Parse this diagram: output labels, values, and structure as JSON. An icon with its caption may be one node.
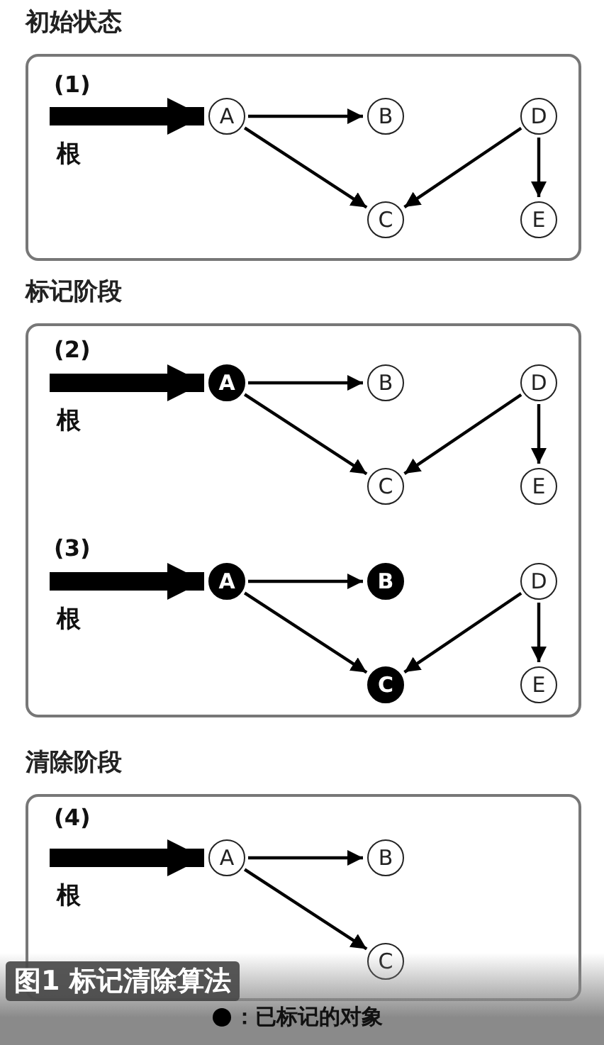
{
  "diagram": {
    "caption": "图1 标记清除算法",
    "nodes": [
      {
        "text": [
          "初始状态"
        ]
      },
      {
        "text": [
          "A"
        ],
        "in": 0
      },
      {
        "text": [
          "B"
        ],
        "in": 0
      },
      {
        "text": [
          "C"
        ],
        "in": 0
      },
      {
        "text": [
          "D"
        ],
        "in": 0
      },
      {
        "text": [
          "E"
        ],
        "in": 0
      },
      {
        "text": [
          "标记阶段"
        ]
      },
      {
        "text": [
          "A"
        ],
        "in": 6
      },
      {
        "text": [
          "B"
        ],
        "in": 6
      },
      {
        "text": [
          "C"
        ],
        "in": 6
      },
      {
        "text": [
          "D"
        ],
        "in": 6
      },
      {
        "text": [
          "E"
        ],
        "in": 6
      },
      {
        "text": [
          "A"
        ],
        "in": 6
      },
      {
        "text": [
          "B"
        ],
        "in": 6
      },
      {
        "text": [
          "C"
        ],
        "in": 6
      },
      {
        "text": [
          "D"
        ],
        "in": 6
      },
      {
        "text": [
          "E"
        ],
        "in": 6
      },
      {
        "text": [
          "清除阶段"
        ]
      },
      {
        "text": [
          "A"
        ],
        "in": 17
      },
      {
        "text": [
          "B"
        ],
        "in": 17
      },
      {
        "text": [
          "C"
        ],
        "in": 17
      }
    ],
    "edges": [
      {
        "from": null,
        "to": 1,
        "arrow": "to",
        "style": "thick",
        "label": "根"
      },
      {
        "from": 1,
        "to": 2,
        "arrow": "to"
      },
      {
        "from": 1,
        "to": 3,
        "arrow": "to"
      },
      {
        "from": 4,
        "to": 3,
        "arrow": "to"
      },
      {
        "from": 4,
        "to": 5,
        "arrow": "to"
      },
      {
        "from": null,
        "to": 7,
        "arrow": "to",
        "style": "thick",
        "label": "根"
      },
      {
        "from": 7,
        "to": 8,
        "arrow": "to"
      },
      {
        "from": 7,
        "to": 9,
        "arrow": "to"
      },
      {
        "from": 10,
        "to": 9,
        "arrow": "to"
      },
      {
        "from": 10,
        "to": 11,
        "arrow": "to"
      },
      {
        "from": null,
        "to": 12,
        "arrow": "to",
        "style": "thick",
        "label": "根"
      },
      {
        "from": 12,
        "to": 13,
        "arrow": "to"
      },
      {
        "from": 12,
        "to": 14,
        "arrow": "to"
      },
      {
        "from": 15,
        "to": 14,
        "arrow": "to"
      },
      {
        "from": 15,
        "to": 16,
        "arrow": "to"
      },
      {
        "from": null,
        "to": 18,
        "arrow": "to",
        "style": "thick",
        "label": "根"
      },
      {
        "from": 18,
        "to": 19,
        "arrow": "to"
      },
      {
        "from": 18,
        "to": 20,
        "arrow": "to"
      }
    ],
    "labels": [
      "(1)",
      "(2)",
      "(3)",
      "(4)"
    ],
    "legend": [
      {
        "text": "：已标记的对象",
        "color": "#000000"
      }
    ]
  }
}
